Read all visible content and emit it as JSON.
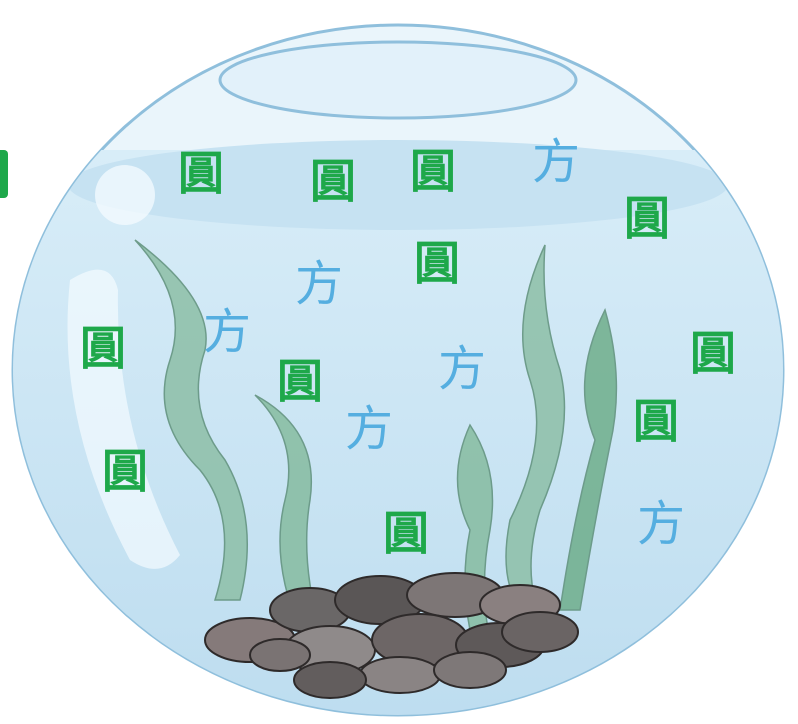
{
  "colors": {
    "green_glyph": "#1ea84a",
    "blue_glyph": "#55aee0",
    "water": "#cfe8f5",
    "glass_outline": "#8fbfdc",
    "plant": "#7fb89a",
    "pebble": "#6f6a6a"
  },
  "glyphs": {
    "g1": "圓",
    "g2": "圓",
    "g3": "圓",
    "g4": "圓",
    "g5": "圓",
    "g6": "圓",
    "g7": "圓",
    "g8": "圓",
    "g9": "圓",
    "g10": "圓",
    "g11": "圓",
    "g12": "圓",
    "b1": "方",
    "b2": "方",
    "b3": "方",
    "b4": "方",
    "b5": "方",
    "b6": "方"
  }
}
